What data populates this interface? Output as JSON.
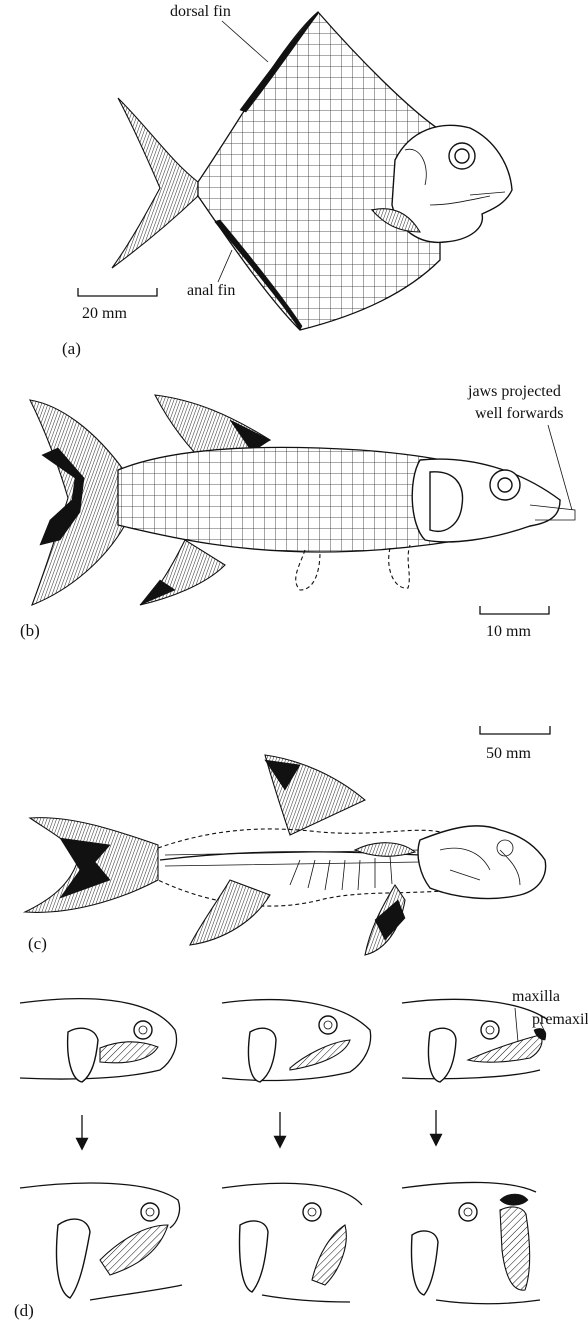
{
  "panels": {
    "a": {
      "label": "(a)",
      "dorsal_fin": "dorsal fin",
      "anal_fin": "anal fin",
      "scale": "20 mm"
    },
    "b": {
      "label": "(b)",
      "jaws_line1": "jaws projected",
      "jaws_line2": "well forwards",
      "scale": "10 mm"
    },
    "c": {
      "label": "(c)",
      "scale": "50 mm"
    },
    "d": {
      "label": "(d)",
      "maxilla": "maxilla",
      "premaxilla": "premaxilla"
    }
  }
}
